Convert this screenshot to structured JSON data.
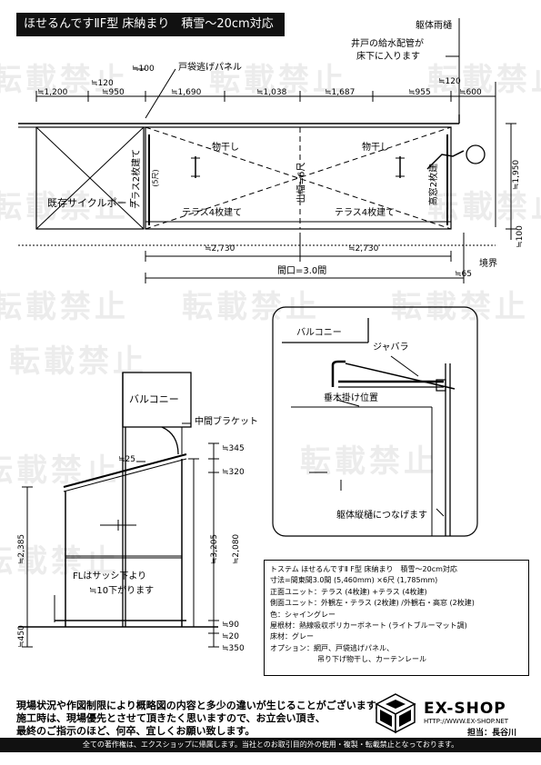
{
  "header": {
    "title": "ほせるんですⅡF型 床納まり　積雪～20cm対応"
  },
  "watermark": {
    "text": "転載禁止"
  },
  "plan": {
    "labels": {
      "rain_gutter": "躯体雨樋",
      "water_pipe_line1": "井戸の給水配管が",
      "water_pipe_line2": "床下に入ります",
      "door_panel": "戸袋逃げパネル",
      "cycle_port": "既存サイクルポート",
      "laundry1": "物干し",
      "laundry2": "物干し",
      "terrace_side": "テラス2枚建て",
      "terrace_side_sub": "(5尺)",
      "terrace_front1": "テラス4枚建て",
      "terrace_front2": "テラス4枚建て",
      "depth": "出幅=6尺",
      "high_window": "高窓2枚建",
      "boundary": "境界"
    },
    "dims": {
      "d120_top": "≒120",
      "d100": "≒100",
      "d1200": "≒1,200",
      "d950": "≒950",
      "d1690": "≒1,690",
      "d1038": "≒1,038",
      "d1687": "≒1,687",
      "d955": "≒955",
      "d120_right": "≒120",
      "d600": "≒600",
      "d1950": "≒1,950",
      "d100_right": "≒100",
      "d2730_a": "≒2,730",
      "d2730_b": "≒2,730",
      "span": "間口=3.0間",
      "d65": "≒65"
    }
  },
  "detail": {
    "balcony": "バルコニー",
    "bellows": "ジャバラ",
    "rafter": "垂木掛け位置",
    "gutter_note": "躯体縦樋につなげます"
  },
  "elevation": {
    "labels": {
      "balcony": "バルコニー",
      "bracket": "中間ブラケット",
      "fl_note1": "FLはサッシ下より",
      "fl_note2": "≒10下がります"
    },
    "dims": {
      "d25": "≒25",
      "d345": "≒345",
      "d320": "≒320",
      "d2385": "≒2,385",
      "d3205": "≒3,205",
      "d2080": "≒2,080",
      "d450": "≒450",
      "d90": "≒90",
      "d20": "≒20",
      "d350": "≒350"
    }
  },
  "spec": {
    "line1": "トステム ほせるんですⅡ F型 床納まり　積雪～20cm対応",
    "line2": "寸法=間東間3.0間 (5,460mm) ×6尺 (1,785mm)",
    "line3": "正面ユニット：テラス (4枚建) +テラス (4枚建)",
    "line4": "側面ユニット：外観左・テラス (2枚建) /外観右・高窓 (2枚建)",
    "line5": "色：シャイングレー",
    "line6": "屋根材：熱線吸収ポリカーボネート (ライトブルーマット調)",
    "line7": "床材：グレー",
    "line8": "オプション：網戸、戸袋逃げパネル、",
    "line9": "吊り下げ物干し、カーテンレール"
  },
  "notes": {
    "line1": "現場状況や作図制限により概略図の内容と多少の違いが生じることがございます。",
    "line2": "施工時は、現場優先とさせて頂きたく思いますので、お立会い頂き、",
    "line3": "最終のご指示のほど、何卒、宜しくお願い致します。"
  },
  "brand": {
    "name": "EX-SHOP",
    "url": "HTTP://WWW.EX-SHOP.NET",
    "staff": "担当：長谷川"
  },
  "footer": {
    "text": "全ての著作権は、エクスショップに帰属します。当社とのお取引目的外の使用・複製・転載禁止となっております。"
  }
}
